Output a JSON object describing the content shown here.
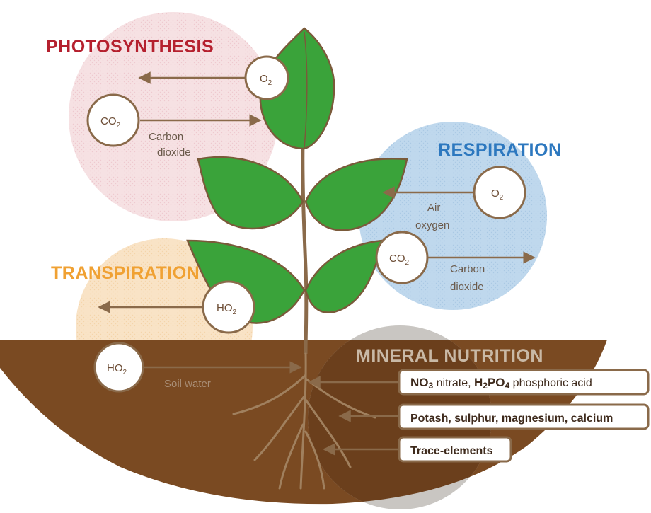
{
  "labels": {
    "photosynthesis": "PHOTOSYNTHESIS",
    "respiration": "RESPIRATION",
    "transpiration": "TRANSPIRATION",
    "mineral_nutrition": "MINERAL NUTRITION"
  },
  "bubbles": {
    "photo_o2": {
      "main": "O",
      "sub": "2"
    },
    "photo_co2": {
      "main": "CO",
      "sub": "2"
    },
    "resp_o2": {
      "main": "O",
      "sub": "2"
    },
    "resp_co2": {
      "main": "CO",
      "sub": "2"
    },
    "trans_ho2": {
      "main": "HO",
      "sub": "2"
    },
    "soil_ho2": {
      "main": "HO",
      "sub": "2"
    }
  },
  "notes": {
    "photo_co2_line1": "Carbon",
    "photo_co2_line2": "dioxide",
    "resp_air_line1": "Air",
    "resp_air_line2": "oxygen",
    "resp_co2_line1": "Carbon",
    "resp_co2_line2": "dioxide",
    "soil_water": "Soil water"
  },
  "mineral_boxes": {
    "box1": {
      "no": "NO",
      "no_sub": "3",
      "nitrate": " nitrate, ",
      "h2": "H",
      "h2_sub": "2",
      "po": "PO",
      "po_sub": "4",
      "phosphoric": " phosphoric acid"
    },
    "box2": "Potash, sulphur, magnesium, calcium",
    "box3": "Trace-elements"
  },
  "colors": {
    "photosynthesis_title": "#b5202e",
    "respiration_title": "#2d78bf",
    "transpiration_title": "#f0a133",
    "mineral_title": "#c9b9a6",
    "leaf_green": "#3aa33a",
    "leaf_outline": "#7a5a3a",
    "soil_brown": "#7a4a22",
    "stem_brown": "#8a6a4a"
  }
}
